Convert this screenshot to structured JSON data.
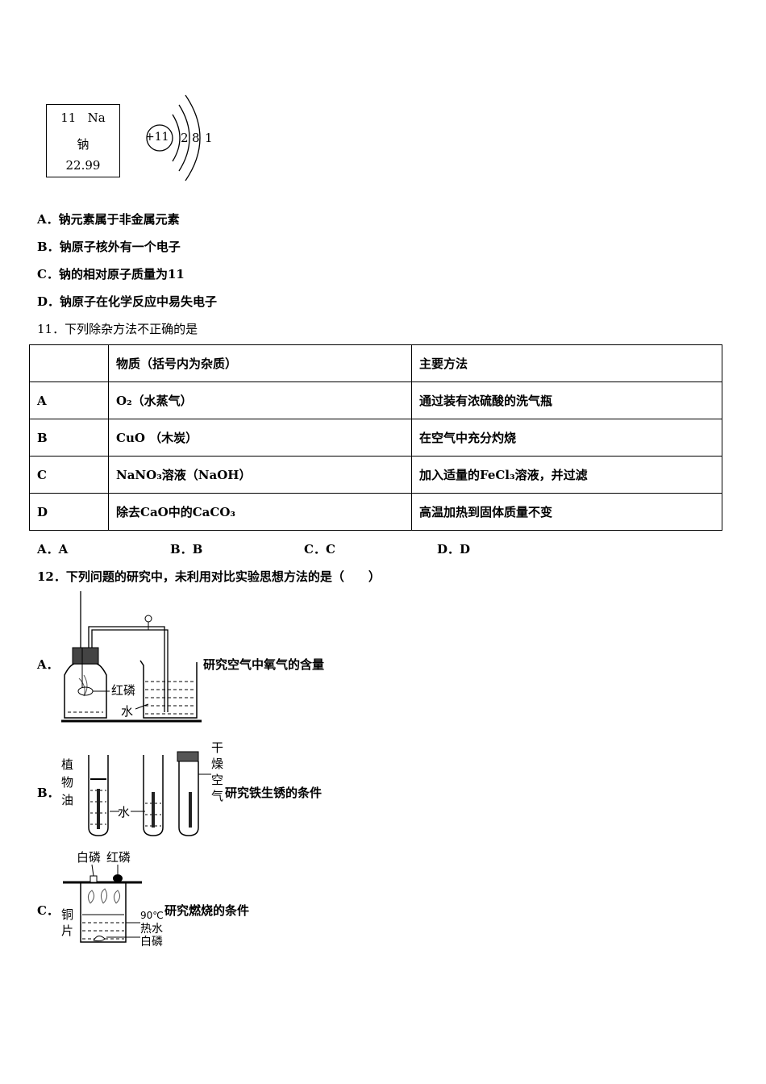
{
  "element_card": {
    "number": "11",
    "symbol": "Na",
    "name": "钠",
    "mass": "22.99"
  },
  "atom_diagram": {
    "nucleus": "+11",
    "shells": [
      "2",
      "8",
      "1"
    ]
  },
  "q10_options": [
    {
      "key": "A．",
      "text": "钠元素属于非金属元素"
    },
    {
      "key": "B．",
      "text": "钠原子核外有一个电子"
    },
    {
      "key": "C．",
      "text": "钠的相对原子质量为11"
    },
    {
      "key": "D．",
      "text": "钠原子在化学反应中易失电子"
    }
  ],
  "q11": {
    "stem": "11．下列除杂方法不正确的是",
    "header": [
      "",
      "物质（括号内为杂质）",
      "主要方法"
    ],
    "rows": [
      {
        "key": "A",
        "substance": "O₂（水蒸气）",
        "method": "通过装有浓硫酸的洗气瓶"
      },
      {
        "key": "B",
        "substance": "CuO （木炭）",
        "method": "在空气中充分灼烧"
      },
      {
        "key": "C",
        "substance": "NaNO₃溶液（NaOH）",
        "method": "加入适量的FeCl₃溶液，并过滤"
      },
      {
        "key": "D",
        "substance": "除去CaO中的CaCO₃",
        "method": "高温加热到固体质量不变"
      }
    ],
    "answers": [
      "A．A",
      "B．B",
      "C．C",
      "D．D"
    ]
  },
  "q12": {
    "stem": "12．下列问题的研究中，未利用对比实验思想方法的是（　　）",
    "options": [
      {
        "key": "A．",
        "text": "研究空气中氧气的含量",
        "labels": [
          "红磷",
          "水"
        ]
      },
      {
        "key": "B．",
        "text": "研究铁生锈的条件",
        "labels": [
          "植",
          "物",
          "油",
          "水",
          "干",
          "燥",
          "空",
          "气"
        ]
      },
      {
        "key": "C．",
        "text": "研究燃烧的条件",
        "labels": [
          "白磷",
          "红磷",
          "铜",
          "片",
          "90℃",
          "热水",
          "白磷"
        ]
      }
    ]
  }
}
